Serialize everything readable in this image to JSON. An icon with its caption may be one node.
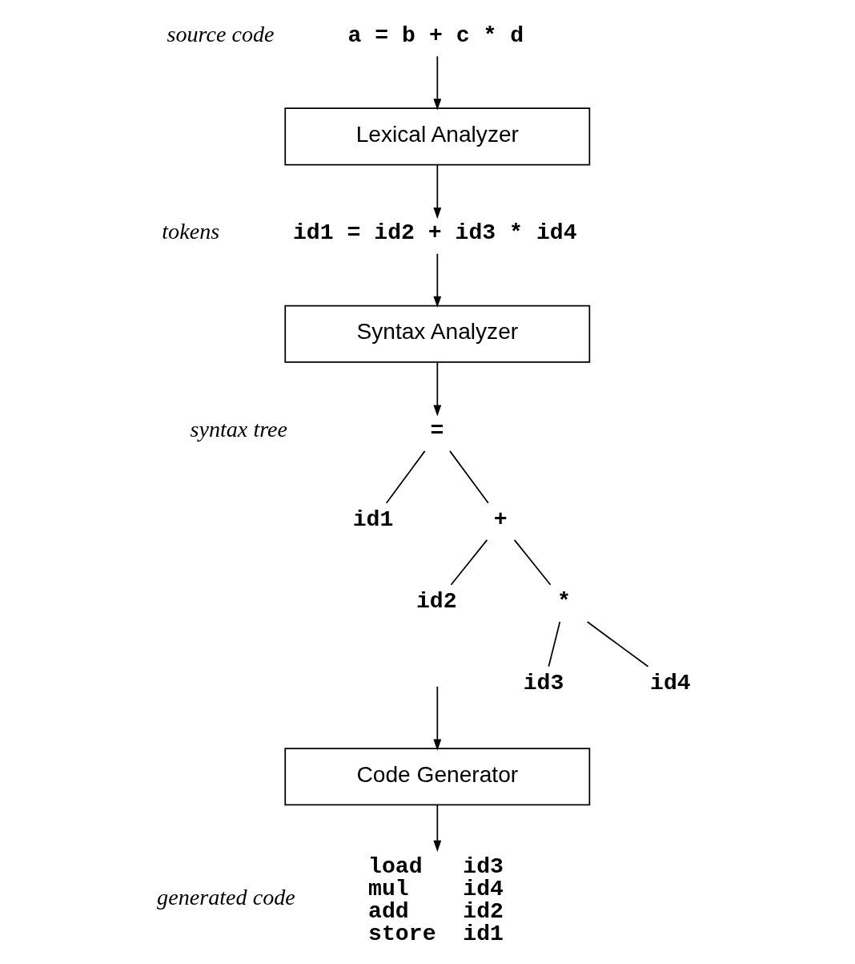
{
  "diagram": {
    "nodes": [
      {
        "text": [
          "a = b + c * d"
        ],
        "beside": [
          "source code"
        ]
      },
      {
        "text": [
          "Lexical Analyzer"
        ]
      },
      {
        "text": [
          "id1 = id2 + id3 * id4"
        ],
        "beside": [
          "tokens"
        ]
      },
      {
        "text": [
          "Syntax Analyzer"
        ]
      },
      {
        "text": [
          "="
        ]
      },
      {
        "text": [
          "id1"
        ]
      },
      {
        "text": [
          "+"
        ]
      },
      {
        "text": [
          "id2"
        ]
      },
      {
        "text": [
          "*"
        ]
      },
      {
        "text": [
          "id3"
        ]
      },
      {
        "text": [
          "id4"
        ]
      },
      {
        "text": [
          "Code Generator"
        ]
      },
      {
        "text": [
          "load   id3",
          "mul    id4",
          "add    id2",
          "store  id1"
        ],
        "beside": [
          "generated code"
        ]
      }
    ],
    "edges": [
      {
        "from": 0,
        "to": 1,
        "arrow": "to"
      },
      {
        "from": 1,
        "to": 2,
        "arrow": "to"
      },
      {
        "from": 2,
        "to": 3,
        "arrow": "to"
      },
      {
        "from": 3,
        "to": 4,
        "arrow": "to"
      },
      {
        "from": 4,
        "to": 5,
        "arrow": "none"
      },
      {
        "from": 4,
        "to": 6,
        "arrow": "none"
      },
      {
        "from": 6,
        "to": 7,
        "arrow": "none"
      },
      {
        "from": 6,
        "to": 8,
        "arrow": "none"
      },
      {
        "from": 8,
        "to": 9,
        "arrow": "none"
      },
      {
        "from": 8,
        "to": 10,
        "arrow": "none"
      },
      {
        "from": null,
        "to": 11,
        "arrow": "to"
      },
      {
        "from": 11,
        "to": 12,
        "arrow": "to"
      }
    ],
    "labels": [
      "syntax tree"
    ]
  }
}
